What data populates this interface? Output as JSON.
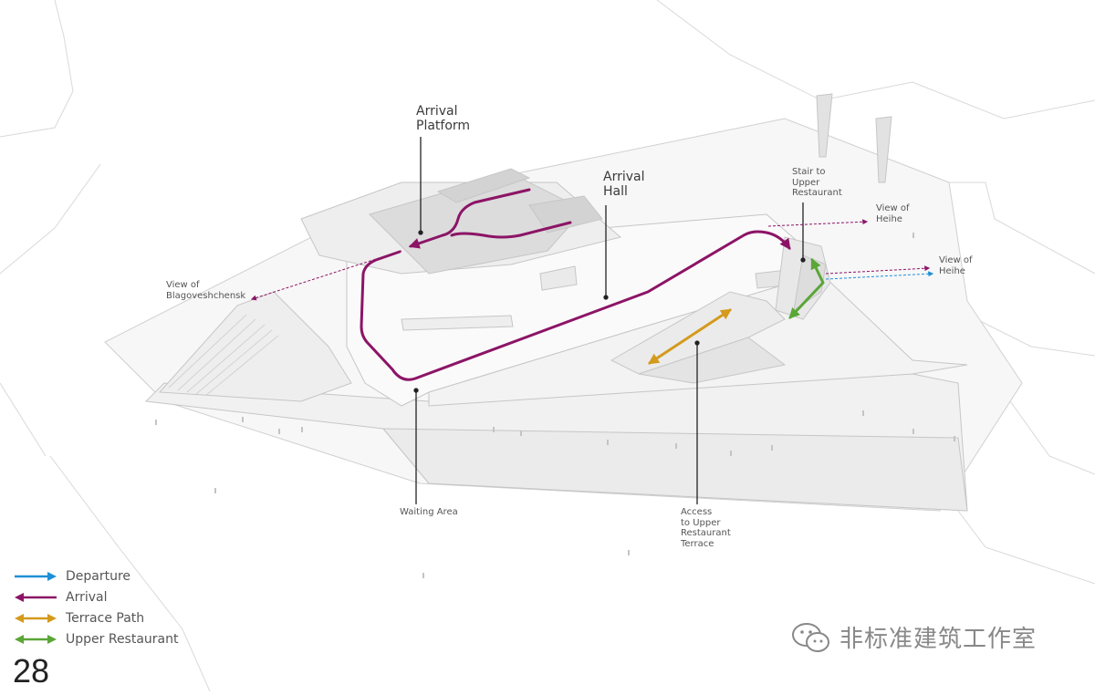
{
  "colors": {
    "departure": "#1e8fd6",
    "arrival": "#8c1466",
    "terrace": "#d49a1c",
    "upper_restaurant": "#5aa637",
    "building_line": "#c8c8c8",
    "label_line": "#222222"
  },
  "labels": {
    "arrival_platform": [
      "Arrival",
      "Platform"
    ],
    "arrival_hall": [
      "Arrival",
      "Hall"
    ],
    "stair_upper_restaurant": [
      "Stair to",
      "Upper",
      "Restaurant"
    ],
    "view_heihe_1": [
      "View of",
      "Heihe"
    ],
    "view_heihe_2": [
      "View of",
      "Heihe"
    ],
    "view_blagoveshchensk": [
      "View of",
      "Blagoveshchensk"
    ],
    "waiting_area": "Waiting Area",
    "access_terrace": [
      "Access",
      "to Upper",
      "Restaurant",
      "Terrace"
    ]
  },
  "legend": [
    {
      "label": "Departure",
      "color_key": "departure"
    },
    {
      "label": "Arrival",
      "color_key": "arrival"
    },
    {
      "label": "Terrace Path",
      "color_key": "terrace"
    },
    {
      "label": "Upper Restaurant",
      "color_key": "upper_restaurant"
    }
  ],
  "page_number": "28",
  "watermark": {
    "icon": "wechat-icon",
    "text": "非标准建筑工作室"
  }
}
